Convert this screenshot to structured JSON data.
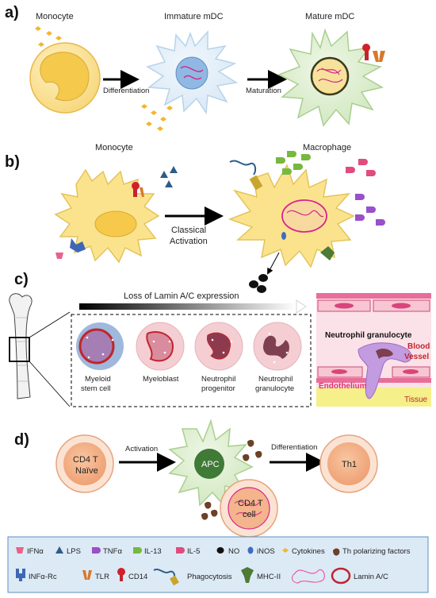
{
  "panels": [
    "a)",
    "b)",
    "c)",
    "d)"
  ],
  "a": {
    "monocyte": "Monocyte",
    "immature": "Immature mDC",
    "mature": "Mature mDC",
    "differentiation": "Differentiation",
    "maturation": "Maturation"
  },
  "b": {
    "monocyte": "Monocyte",
    "macrophage": "Macrophage",
    "classical": "Classical",
    "activation": "Activation"
  },
  "c": {
    "loss": "Loss of Lamin A/C expression",
    "cells": [
      [
        "Myeloid",
        "stem cell"
      ],
      [
        "Myeloblast",
        ""
      ],
      [
        "Neutrophil",
        "progenitor"
      ],
      [
        "Neutrophil",
        "granulocyte"
      ]
    ],
    "inset_title": "Neutrophil granulocyte",
    "blood": "Blood",
    "vessel": "Vessel",
    "endothelium": "Endothelium",
    "tissue": "Tissue"
  },
  "d": {
    "cd4": "CD4 T",
    "naive": "Naïve",
    "activation": "Activation",
    "apc": "APC",
    "cd4cell_1": "CD4 T",
    "cd4cell_2": "cell",
    "differentiation": "Differentiation",
    "th1": "Th1"
  },
  "legend": {
    "row1": [
      "IFNα",
      "LPS",
      "TNFα",
      "IL-13",
      "IL-5",
      "NO",
      "iNOS",
      "Cytokines",
      "Th polarizing factors"
    ],
    "row2": [
      "INFα-Rc",
      "TLR",
      "CD14",
      "Phagocytosis",
      "MHC-II",
      "Lamin A/C"
    ]
  },
  "colors": {
    "monocyte": "#FBD980",
    "immature_dc": "#DCEBF7",
    "mature_dc": "#D7EBC8",
    "lamin": "#C0262D",
    "vessel": "#F7C6D2",
    "tissue": "#F5F08A",
    "legend_bg": "#DCEAF6"
  }
}
